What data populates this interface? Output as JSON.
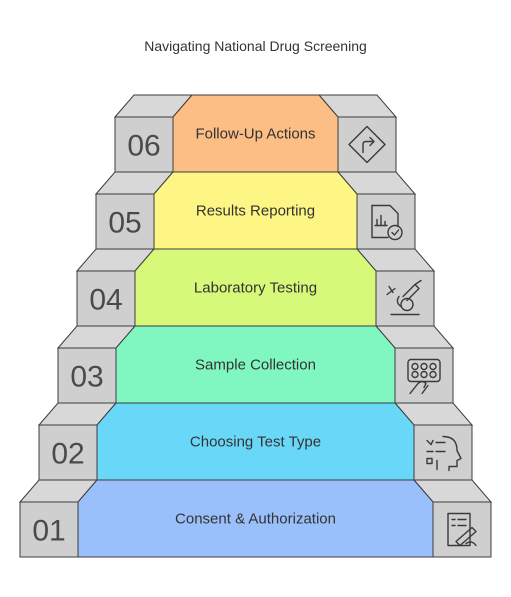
{
  "title": "Navigating National Drug Screening",
  "steps": [
    {
      "number": "01",
      "label": "Consent & Authorization",
      "color": "#99c0fb",
      "icon": "consent-form-icon"
    },
    {
      "number": "02",
      "label": "Choosing Test Type",
      "color": "#69d8f8",
      "icon": "head-profile-icon"
    },
    {
      "number": "03",
      "label": "Sample Collection",
      "color": "#80f7c0",
      "icon": "sample-tray-icon"
    },
    {
      "number": "04",
      "label": "Laboratory Testing",
      "color": "#d7f979",
      "icon": "microscope-icon"
    },
    {
      "number": "05",
      "label": "Results Reporting",
      "color": "#fdf584",
      "icon": "report-check-icon"
    },
    {
      "number": "06",
      "label": "Follow-Up Actions",
      "color": "#fcbe84",
      "icon": "direction-sign-icon"
    }
  ],
  "colors": {
    "riser_front": "#cfcfcf",
    "riser_top": "#d8d8d8",
    "outline": "#3d3d3d"
  }
}
